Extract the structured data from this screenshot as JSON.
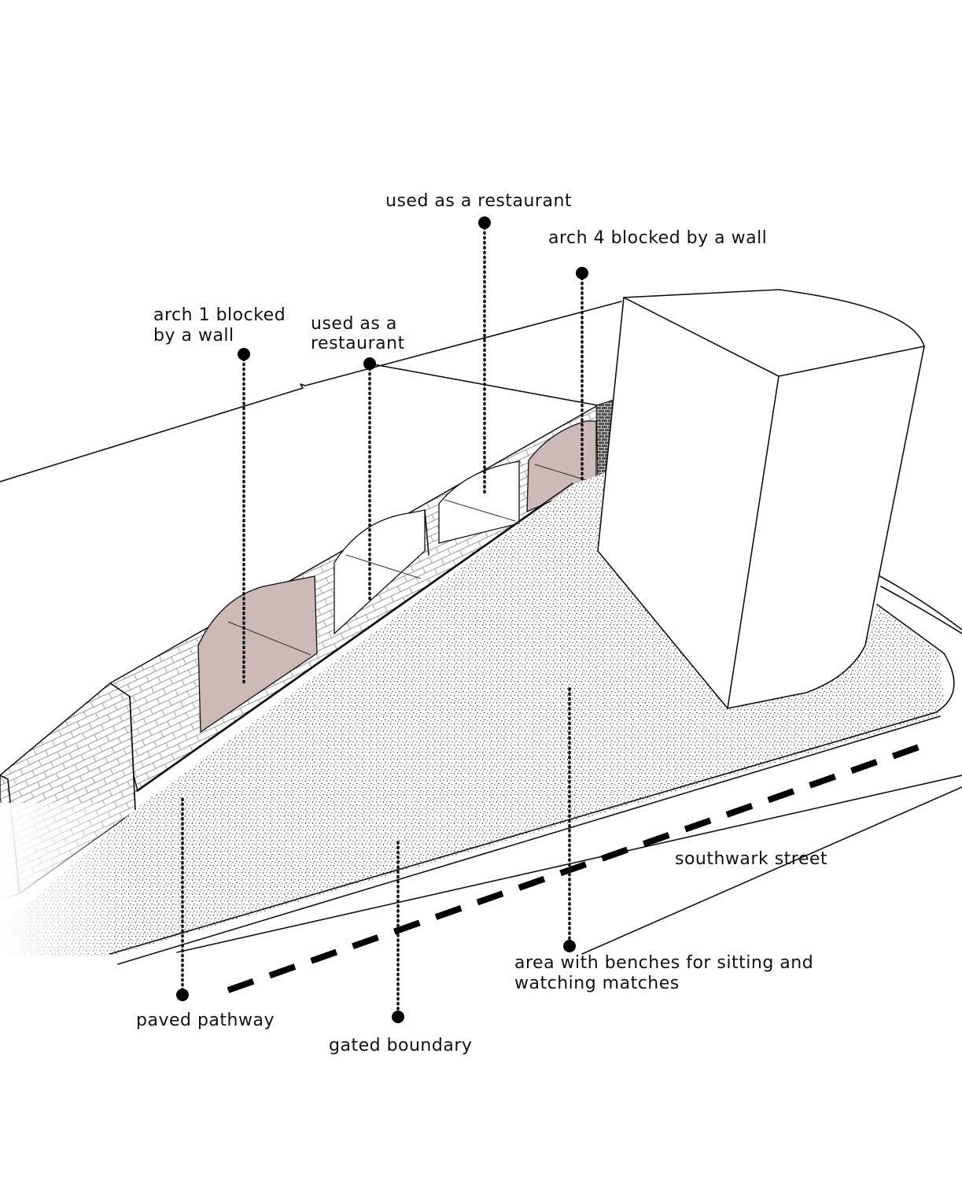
{
  "colors": {
    "blocked_arch": "#cdb9b8",
    "paving_dots": "#1a1a1a",
    "line": "#111111"
  },
  "annotations": {
    "arch1_blocked": [
      "arch 1 blocked",
      "by a wall"
    ],
    "restaurant_1": [
      "used as a",
      "restaurant"
    ],
    "restaurant_2": "used as a restaurant",
    "arch4_blocked": "arch 4 blocked by a wall",
    "southwark_street": "southwark street",
    "benches_area": [
      "area with benches for sitting and",
      "watching matches"
    ],
    "paved_pathway": "paved pathway",
    "gated_boundary": "gated boundary"
  }
}
